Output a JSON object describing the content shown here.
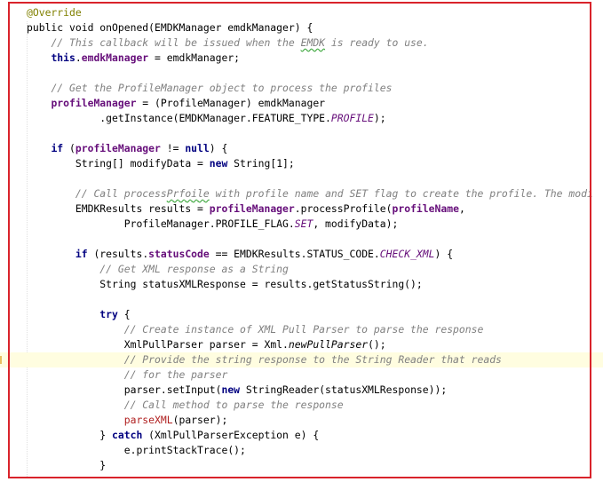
{
  "code_lines": [
    {
      "indent": 0,
      "highlighted": false,
      "tokens": [
        {
          "t": "@Override",
          "c": "annotation"
        }
      ]
    },
    {
      "indent": 0,
      "highlighted": false,
      "tokens": [
        {
          "t": "public void onOpened(EMDKManager emdkManager) {",
          "c": "plain"
        }
      ]
    },
    {
      "indent": 4,
      "highlighted": false,
      "tokens": [
        {
          "t": "// This callback will be issued when the ",
          "c": "comment"
        },
        {
          "t": "EMDK",
          "c": "comment-typo"
        },
        {
          "t": " is ready to use.",
          "c": "comment"
        }
      ]
    },
    {
      "indent": 4,
      "highlighted": false,
      "tokens": [
        {
          "t": "this",
          "c": "kw"
        },
        {
          "t": ".",
          "c": "plain"
        },
        {
          "t": "emdkManager",
          "c": "field"
        },
        {
          "t": " = emdkManager;",
          "c": "plain"
        }
      ]
    },
    {
      "indent": 0,
      "highlighted": false,
      "tokens": []
    },
    {
      "indent": 4,
      "highlighted": false,
      "tokens": [
        {
          "t": "// Get the ProfileManager object to process the profiles",
          "c": "comment"
        }
      ]
    },
    {
      "indent": 4,
      "highlighted": false,
      "tokens": [
        {
          "t": "profileManager",
          "c": "field"
        },
        {
          "t": " = (ProfileManager) emdkManager",
          "c": "plain"
        }
      ]
    },
    {
      "indent": 12,
      "highlighted": false,
      "tokens": [
        {
          "t": ".getInstance(EMDKManager.FEATURE_TYPE.",
          "c": "plain"
        },
        {
          "t": "PROFILE",
          "c": "static"
        },
        {
          "t": ");",
          "c": "plain"
        }
      ]
    },
    {
      "indent": 0,
      "highlighted": false,
      "tokens": []
    },
    {
      "indent": 4,
      "highlighted": false,
      "tokens": [
        {
          "t": "if",
          "c": "kw"
        },
        {
          "t": " (",
          "c": "plain"
        },
        {
          "t": "profileManager",
          "c": "field"
        },
        {
          "t": " != ",
          "c": "plain"
        },
        {
          "t": "null",
          "c": "kw"
        },
        {
          "t": ") {",
          "c": "plain"
        }
      ]
    },
    {
      "indent": 8,
      "highlighted": false,
      "tokens": [
        {
          "t": "String[] modifyData = ",
          "c": "plain"
        },
        {
          "t": "new",
          "c": "kw"
        },
        {
          "t": " String[1];",
          "c": "plain"
        }
      ]
    },
    {
      "indent": 0,
      "highlighted": false,
      "tokens": []
    },
    {
      "indent": 8,
      "highlighted": false,
      "tokens": [
        {
          "t": "// Call process",
          "c": "comment"
        },
        {
          "t": "Prfoile",
          "c": "comment-typo"
        },
        {
          "t": " with profile name and SET flag to create the profile. The modi",
          "c": "comment"
        }
      ]
    },
    {
      "indent": 8,
      "highlighted": false,
      "tokens": [
        {
          "t": "EMDKResults results = ",
          "c": "plain"
        },
        {
          "t": "profileManager",
          "c": "field"
        },
        {
          "t": ".processProfile(",
          "c": "plain"
        },
        {
          "t": "profileName",
          "c": "field"
        },
        {
          "t": ",",
          "c": "plain"
        }
      ]
    },
    {
      "indent": 16,
      "highlighted": false,
      "tokens": [
        {
          "t": "ProfileManager.PROFILE_FLAG.",
          "c": "plain"
        },
        {
          "t": "SET",
          "c": "static"
        },
        {
          "t": ", modifyData);",
          "c": "plain"
        }
      ]
    },
    {
      "indent": 0,
      "highlighted": false,
      "tokens": []
    },
    {
      "indent": 8,
      "highlighted": false,
      "tokens": [
        {
          "t": "if",
          "c": "kw"
        },
        {
          "t": " (results.",
          "c": "plain"
        },
        {
          "t": "statusCode",
          "c": "field"
        },
        {
          "t": " == EMDKResults.STATUS_CODE.",
          "c": "plain"
        },
        {
          "t": "CHECK_XML",
          "c": "static"
        },
        {
          "t": ") {",
          "c": "plain"
        }
      ]
    },
    {
      "indent": 12,
      "highlighted": false,
      "tokens": [
        {
          "t": "// Get XML response as a String",
          "c": "comment"
        }
      ]
    },
    {
      "indent": 12,
      "highlighted": false,
      "tokens": [
        {
          "t": "String statusXMLResponse = results.getStatusString();",
          "c": "plain"
        }
      ]
    },
    {
      "indent": 0,
      "highlighted": false,
      "tokens": []
    },
    {
      "indent": 12,
      "highlighted": false,
      "tokens": [
        {
          "t": "try",
          "c": "kw"
        },
        {
          "t": " {",
          "c": "plain"
        }
      ]
    },
    {
      "indent": 16,
      "highlighted": false,
      "tokens": [
        {
          "t": "// Create instance of XML Pull Parser to parse the response",
          "c": "comment"
        }
      ]
    },
    {
      "indent": 16,
      "highlighted": false,
      "tokens": [
        {
          "t": "XmlPullParser parser = Xml.",
          "c": "plain"
        },
        {
          "t": "newPullParser",
          "c": "italic"
        },
        {
          "t": "();",
          "c": "plain"
        }
      ]
    },
    {
      "indent": 16,
      "highlighted": true,
      "tokens": [
        {
          "t": "// Provide the string response to the String Reader that reads",
          "c": "comment"
        }
      ]
    },
    {
      "indent": 16,
      "highlighted": false,
      "tokens": [
        {
          "t": "// for the parser",
          "c": "comment"
        }
      ]
    },
    {
      "indent": 16,
      "highlighted": false,
      "tokens": [
        {
          "t": "parser.setInput(",
          "c": "plain"
        },
        {
          "t": "new",
          "c": "kw"
        },
        {
          "t": " StringReader(statusXMLResponse));",
          "c": "plain"
        }
      ]
    },
    {
      "indent": 16,
      "highlighted": false,
      "tokens": [
        {
          "t": "// Call method to parse the response",
          "c": "comment"
        }
      ]
    },
    {
      "indent": 16,
      "highlighted": false,
      "tokens": [
        {
          "t": "parseXML",
          "c": "method"
        },
        {
          "t": "(parser);",
          "c": "plain"
        }
      ]
    },
    {
      "indent": 12,
      "highlighted": false,
      "tokens": [
        {
          "t": "} ",
          "c": "plain"
        },
        {
          "t": "catch",
          "c": "kw"
        },
        {
          "t": " (XmlPullParserException e) {",
          "c": "plain"
        }
      ]
    },
    {
      "indent": 16,
      "highlighted": false,
      "tokens": [
        {
          "t": "e.printStackTrace();",
          "c": "plain"
        }
      ]
    },
    {
      "indent": 12,
      "highlighted": false,
      "tokens": [
        {
          "t": "}",
          "c": "plain"
        }
      ]
    }
  ],
  "colors": {
    "keyword": "#000080",
    "comment": "#808080",
    "field": "#660e7a",
    "annotation": "#808000",
    "method": "#b02020",
    "frame": "#d9232b",
    "current_line": "#fffde0"
  }
}
